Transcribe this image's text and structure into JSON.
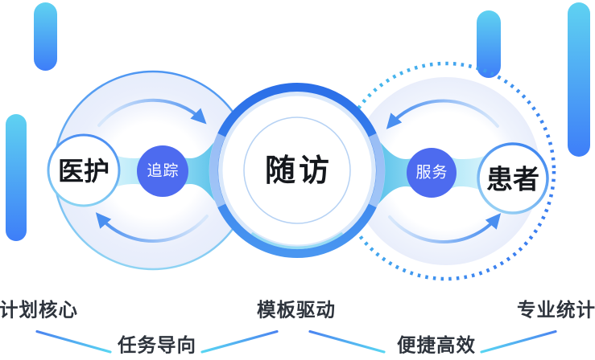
{
  "diagram": {
    "nodes": {
      "medical": "医护",
      "tracking": "追踪",
      "followup": "随访",
      "service": "服务",
      "patient": "患者"
    },
    "features": [
      {
        "label": "计划核心"
      },
      {
        "label": "任务导向"
      },
      {
        "label": "模板驱动"
      },
      {
        "label": "便捷高效"
      },
      {
        "label": "专业统计"
      }
    ],
    "colors": {
      "primary_blue": "#3b82f5",
      "accent_cyan": "#4ac9ee",
      "connector_indigo": "#4d6bef",
      "circle_fill_lavender": "#e9eefb",
      "label_text": "#2e343d"
    }
  }
}
